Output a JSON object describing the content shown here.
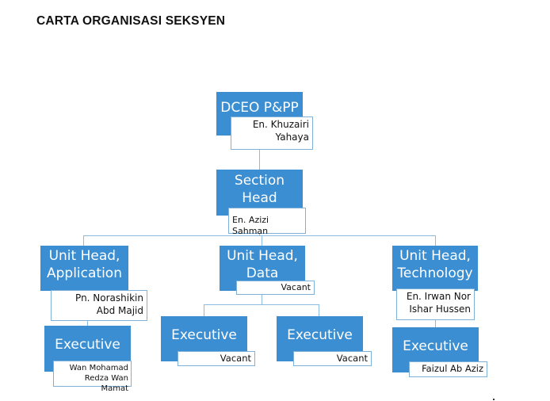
{
  "title": "CARTA ORGANISASI SEKSYEN",
  "nodes": {
    "dceo": {
      "role": "DCEO P&PP",
      "name_line1": "En. Khuzairi",
      "name_line2": "Yahaya"
    },
    "section_head": {
      "role_line1": "Section",
      "role_line2": "Head",
      "name": "En. Azizi Sahman"
    },
    "unit_application": {
      "role_line1": "Unit Head,",
      "role_line2": "Application",
      "name_line1": "Pn. Norashikin",
      "name_line2": "Abd Majid"
    },
    "unit_data": {
      "role_line1": "Unit Head,",
      "role_line2": "Data",
      "name": "Vacant"
    },
    "unit_technology": {
      "role_line1": "Unit Head,",
      "role_line2": "Technology",
      "name_line1": "En. Irwan Nor",
      "name_line2": "Ishar Hussen"
    },
    "exec_application": {
      "role": "Executive",
      "name_line1": "Wan Mohamad",
      "name_line2": "Redza Wan Mamat"
    },
    "exec_data_1": {
      "role": "Executive",
      "name": "Vacant"
    },
    "exec_data_2": {
      "role": "Executive",
      "name": "Vacant"
    },
    "exec_technology": {
      "role": "Executive",
      "name": "Faizul Ab Aziz"
    }
  },
  "colors": {
    "box_fill": "#3a8ed1",
    "box_text": "#ffffff",
    "line": "#7fb0d8",
    "name_border": "#7fb0d8"
  }
}
